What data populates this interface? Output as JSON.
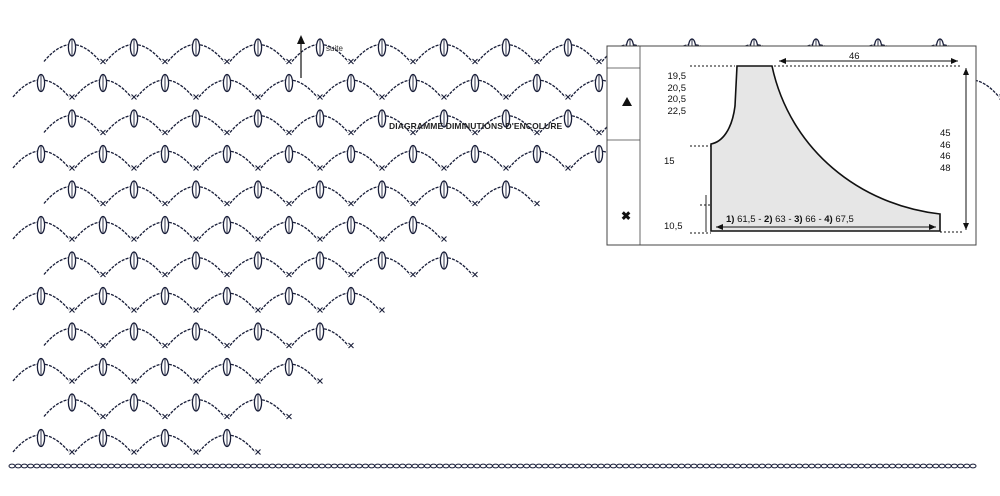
{
  "labels": {
    "suite": "suite",
    "title": "DIAGRAMME DIMINUTIONS D'ENCOLURE"
  },
  "schematic": {
    "left_values": [
      "19,5",
      "20,5",
      "20,5",
      "22,5"
    ],
    "mid_value": "15",
    "bottom_value": "10,5",
    "top_width": "46",
    "right_values": [
      "45",
      "46",
      "46",
      "48"
    ],
    "formula": {
      "p1_num": "1)",
      "p1_val": "61,5 -",
      "p2_num": "2)",
      "p2_val": "63 -",
      "p3_num": "3)",
      "p3_val": "66 -",
      "p4_num": "4)",
      "p4_val": "67,5"
    },
    "symbols": [
      "triangle-icon",
      "cross-icon"
    ]
  },
  "chart": {
    "rows": 12,
    "row_lengths": [
      4,
      4,
      5,
      5,
      6,
      7,
      7,
      8,
      10,
      10,
      16,
      16
    ],
    "colors": {
      "ink": "#1a1f3a",
      "fill": "#ffffff"
    }
  }
}
